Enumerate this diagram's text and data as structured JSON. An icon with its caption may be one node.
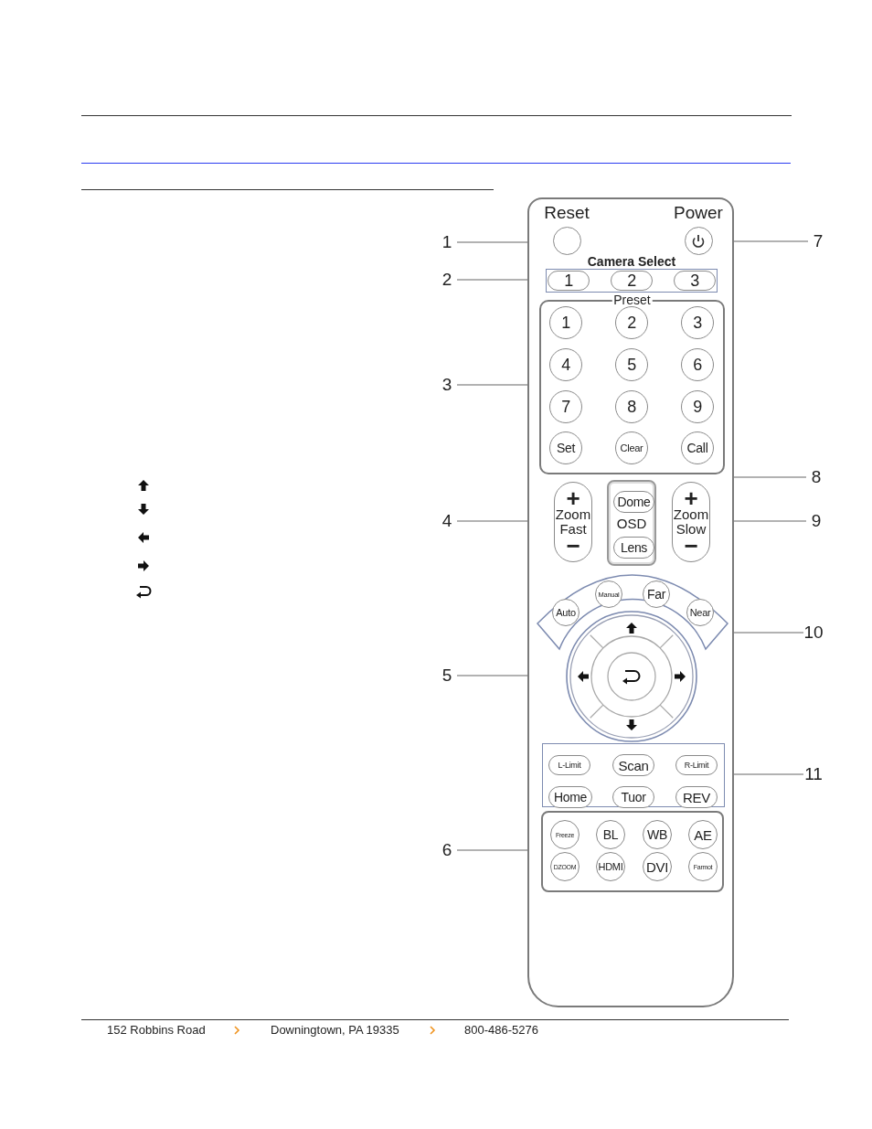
{
  "diagram": {
    "nodes": [
      {
        "text": [],
        "shape": "box"
      },
      {
        "text": [
          "Reset"
        ],
        "in": 0
      },
      {
        "text": [
          "Power"
        ],
        "in": 0
      },
      {
        "text": [
          "Camera Select"
        ],
        "in": 0
      },
      {
        "text": [
          "1"
        ],
        "in": 3
      },
      {
        "text": [
          "2"
        ],
        "in": 3
      },
      {
        "text": [
          "3"
        ],
        "in": 3
      },
      {
        "text": [
          "Preset"
        ],
        "in": 0
      },
      {
        "text": [
          "1"
        ],
        "in": 7
      },
      {
        "text": [
          "2"
        ],
        "in": 7
      },
      {
        "text": [
          "3"
        ],
        "in": 7
      },
      {
        "text": [
          "4"
        ],
        "in": 7
      },
      {
        "text": [
          "5"
        ],
        "in": 7
      },
      {
        "text": [
          "6"
        ],
        "in": 7
      },
      {
        "text": [
          "7"
        ],
        "in": 7
      },
      {
        "text": [
          "8"
        ],
        "in": 7
      },
      {
        "text": [
          "9"
        ],
        "in": 7
      },
      {
        "text": [
          "Set"
        ],
        "in": 7
      },
      {
        "text": [
          "Clear"
        ],
        "in": 7
      },
      {
        "text": [
          "Call"
        ],
        "in": 7
      },
      {
        "text": [
          "+",
          "Zoom Fast",
          "−"
        ],
        "in": 0
      },
      {
        "text": [
          "OSD"
        ],
        "in": 0
      },
      {
        "text": [
          "Dome"
        ],
        "in": 21
      },
      {
        "text": [
          "Lens"
        ],
        "in": 21
      },
      {
        "text": [
          "+",
          "Zoom Slow",
          "−"
        ],
        "in": 0
      },
      {
        "text": [],
        "shape": "band",
        "in": 0
      },
      {
        "text": [
          "Auto"
        ],
        "in": 25
      },
      {
        "text": [
          "Manual"
        ],
        "in": 25
      },
      {
        "text": [
          "Far"
        ],
        "in": 25
      },
      {
        "text": [
          "Near"
        ],
        "in": 25
      },
      {
        "text": [],
        "shape": "circle",
        "in": 0
      },
      {
        "text": [],
        "shape": "box",
        "in": 0
      },
      {
        "text": [
          "L-Limit"
        ],
        "in": 31
      },
      {
        "text": [
          "Scan"
        ],
        "in": 31
      },
      {
        "text": [
          "R-Limit"
        ],
        "in": 31
      },
      {
        "text": [
          "Home"
        ],
        "in": 31
      },
      {
        "text": [
          "Tuor"
        ],
        "in": 31
      },
      {
        "text": [
          "REV"
        ],
        "in": 31
      },
      {
        "text": [],
        "shape": "box",
        "in": 0
      },
      {
        "text": [
          "Freeze"
        ],
        "in": 38
      },
      {
        "text": [
          "BL"
        ],
        "in": 38
      },
      {
        "text": [
          "WB"
        ],
        "in": 38
      },
      {
        "text": [
          "AE"
        ],
        "in": 38
      },
      {
        "text": [
          "DZOOM"
        ],
        "in": 38
      },
      {
        "text": [
          "HDMI"
        ],
        "in": 38
      },
      {
        "text": [
          "DVI"
        ],
        "in": 38
      },
      {
        "text": [
          "Farmot"
        ],
        "in": 38
      },
      {
        "text": [
          "1"
        ]
      },
      {
        "text": [
          "2"
        ]
      },
      {
        "text": [
          "3"
        ]
      },
      {
        "text": [
          "4"
        ]
      },
      {
        "text": [
          "5"
        ]
      },
      {
        "text": [
          "6"
        ]
      },
      {
        "text": [
          "7"
        ]
      },
      {
        "text": [
          "8"
        ]
      },
      {
        "text": [
          "9"
        ]
      },
      {
        "text": [
          "10"
        ]
      },
      {
        "text": [
          "11"
        ]
      }
    ],
    "edges": [
      {
        "from": 47,
        "to": 1,
        "arrow": "none"
      },
      {
        "from": 48,
        "to": 3,
        "arrow": "none"
      },
      {
        "from": 49,
        "to": 7,
        "arrow": "none"
      },
      {
        "from": 50,
        "to": 20,
        "arrow": "none"
      },
      {
        "from": 51,
        "to": 30,
        "arrow": "none"
      },
      {
        "from": 52,
        "to": 38,
        "arrow": "none"
      },
      {
        "from": 53,
        "to": 2,
        "arrow": "none"
      },
      {
        "from": 54,
        "to": 21,
        "arrow": "none"
      },
      {
        "from": 55,
        "to": 24,
        "arrow": "none"
      },
      {
        "from": 56,
        "to": 25,
        "arrow": "none"
      },
      {
        "from": 57,
        "to": 31,
        "arrow": "none"
      }
    ],
    "labels": [
      "152 Robbins Road",
      "Downingtown, PA 19335",
      "800-486-5276"
    ]
  }
}
